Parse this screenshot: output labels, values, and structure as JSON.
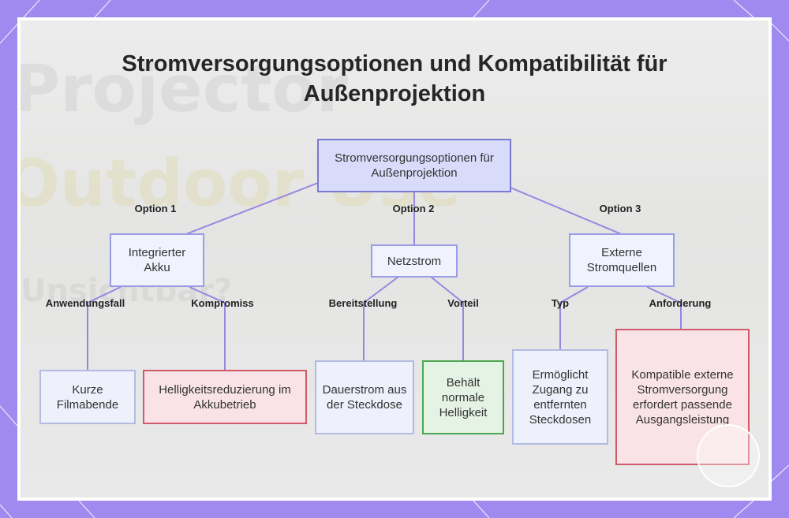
{
  "title": "Stromversorgungsoptionen und Kompatibilität für Außenprojektion",
  "background_text": [
    "Projector",
    "Outdoor Use",
    "Unsichtbar?"
  ],
  "root": "Stromversorgungsoptionen für Außenprojektion",
  "options": [
    {
      "edge_label": "Option 1",
      "label": "Integrierter Akku",
      "children": [
        {
          "edge_label": "Anwendungsfall",
          "label": "Kurze Filmabende"
        },
        {
          "edge_label": "Kompromiss",
          "label": "Helligkeitsreduzierung im Akkubetrieb"
        }
      ]
    },
    {
      "edge_label": "Option 2",
      "label": "Netzstrom",
      "children": [
        {
          "edge_label": "Bereitstellung",
          "label": "Dauerstrom aus der Steckdose"
        },
        {
          "edge_label": "Vorteil",
          "label": "Behält normale Helligkeit"
        }
      ]
    },
    {
      "edge_label": "Option 3",
      "label": "Externe Stromquellen",
      "children": [
        {
          "edge_label": "Typ",
          "label": "Ermöglicht Zugang zu entfernten Steckdosen"
        },
        {
          "edge_label": "Anforderung",
          "label": "Kompatible externe Stromversorgung erfordert passende Ausgangsleistung"
        }
      ]
    }
  ],
  "colors": {
    "frame": "#a08af0",
    "connector": "#9b85e0",
    "root_fill": "#d8dcfa",
    "warning_border": "#d0596a",
    "positive_border": "#4ea652"
  }
}
